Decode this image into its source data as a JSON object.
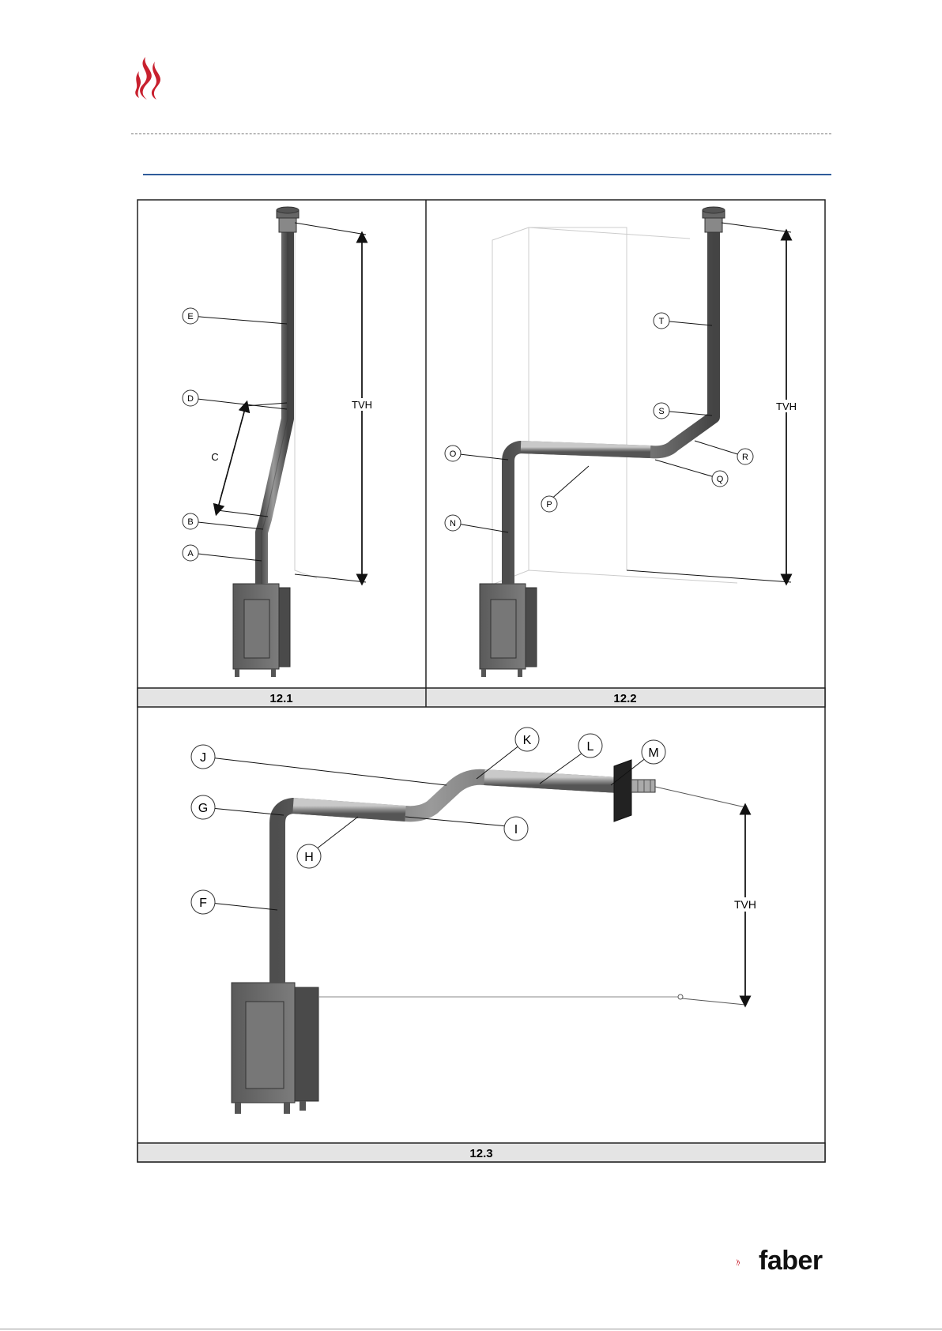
{
  "figure": {
    "panel_12_1": {
      "caption": "12.1",
      "labels": {
        "a": "A",
        "b": "B",
        "c": "C",
        "d": "D",
        "e": "E",
        "tvh": "TVH"
      }
    },
    "panel_12_2": {
      "caption": "12.2",
      "labels": {
        "n": "N",
        "o": "O",
        "p": "P",
        "q": "Q",
        "r": "R",
        "s": "S",
        "t": "T",
        "tvh": "TVH"
      }
    },
    "panel_12_3": {
      "caption": "12.3",
      "labels": {
        "f": "F",
        "g": "G",
        "h": "H",
        "i": "I",
        "j": "J",
        "k": "K",
        "l": "L",
        "m": "M",
        "tvh": "TVH"
      }
    }
  },
  "brand": {
    "wordmark": "faber",
    "color": "#c8202e"
  },
  "colors": {
    "accent_rule": "#2f5c9a",
    "flame": "#c8202e",
    "pipe": "#6e6e6e",
    "caption_bar": "#e4e4e4"
  }
}
